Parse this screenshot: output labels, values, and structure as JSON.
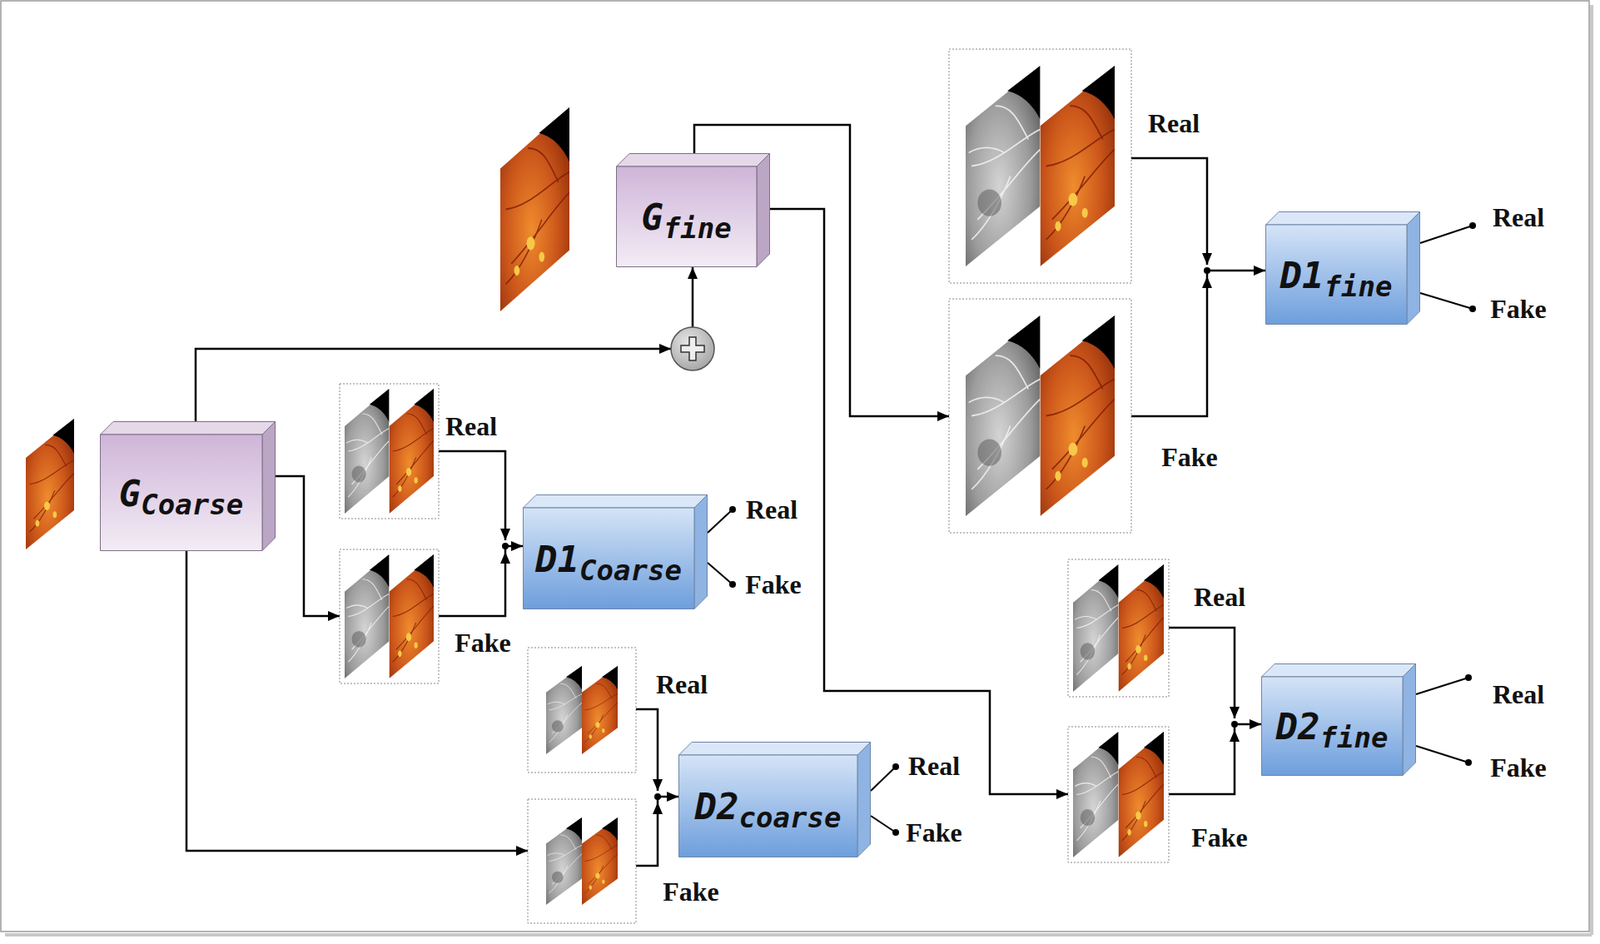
{
  "diagram": {
    "nodes": [
      {
        "text": [
          "G",
          "Coarse"
        ]
      },
      {
        "text": [
          "G",
          "fine"
        ]
      },
      {
        "text": [
          "D1",
          "Coarse"
        ]
      },
      {
        "text": [
          "D2",
          "coarse"
        ]
      },
      {
        "text": [
          "D1",
          "fine"
        ]
      },
      {
        "text": [
          "D2",
          "fine"
        ]
      }
    ],
    "edges": [
      {
        "from": 0,
        "to": 1,
        "arrow": "to"
      },
      {
        "from": 0,
        "to": 2,
        "arrow": "to"
      },
      {
        "from": 0,
        "to": 3,
        "arrow": "to"
      },
      {
        "from": 1,
        "to": 4,
        "arrow": "to"
      },
      {
        "from": 1,
        "to": 5,
        "arrow": "to"
      }
    ],
    "labels": [
      "Real",
      "Fake",
      "Real",
      "Fake",
      "Real",
      "Fake",
      "Real",
      "Fake",
      "Real",
      "Fake",
      "Real",
      "Fake",
      "Real",
      "Fake",
      "Real",
      "Fake"
    ]
  }
}
